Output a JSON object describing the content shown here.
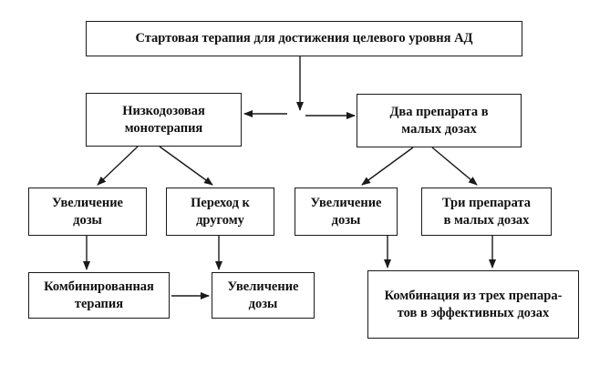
{
  "diagram": {
    "nodes": {
      "start": "Стартовая терапия для достижения целевого уровня АД",
      "mono": "Низкодозовая\nмонотерапия",
      "two": "Два препарата в\nмалых дозах",
      "inc1": "Увеличение\nдозы",
      "switch": "Переход к\nдругому",
      "inc2": "Увеличение\nдозы",
      "three": "Три препарата\nв малых дозах",
      "combo": "Комбинированная\nтерапия",
      "inc3": "Увеличение\nдозы",
      "final": "Комбинация из трех препара-\nтов в эффективных дозах"
    },
    "edges": [
      {
        "from": "start",
        "to": "mono"
      },
      {
        "from": "start",
        "to": "two"
      },
      {
        "from": "mono",
        "to": "inc1"
      },
      {
        "from": "mono",
        "to": "switch"
      },
      {
        "from": "two",
        "to": "inc2"
      },
      {
        "from": "two",
        "to": "three"
      },
      {
        "from": "inc1",
        "to": "combo"
      },
      {
        "from": "switch",
        "to": "inc3"
      },
      {
        "from": "combo",
        "to": "inc3"
      },
      {
        "from": "inc2",
        "to": "final"
      },
      {
        "from": "three",
        "to": "final"
      }
    ],
    "colors": {
      "line": "#1a1a1a",
      "background": "#ffffff",
      "text": "#111111"
    }
  }
}
